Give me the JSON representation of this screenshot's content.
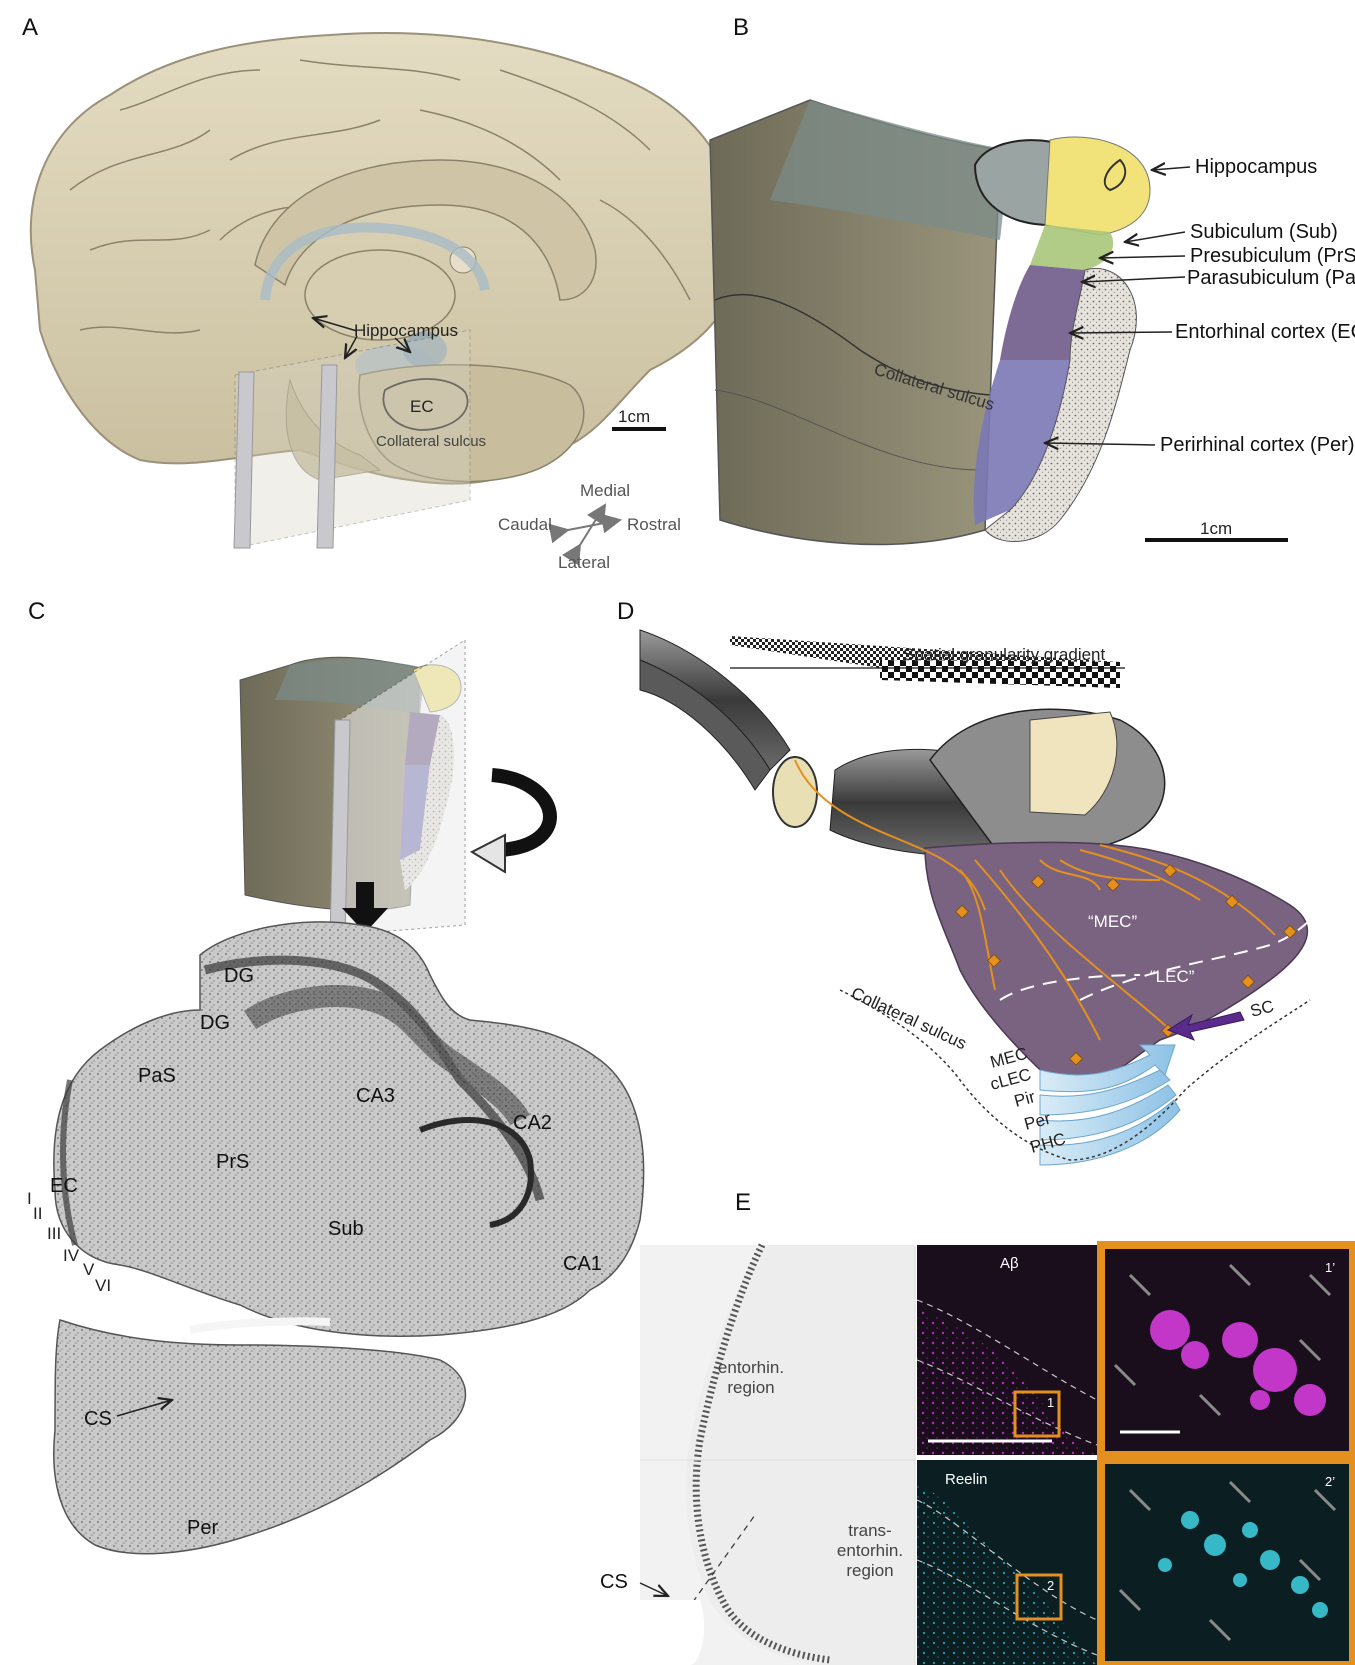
{
  "panels": {
    "a": "A",
    "b": "B",
    "c": "C",
    "d": "D",
    "e": "E"
  },
  "panel_a": {
    "hippocampus": "Hippocampus",
    "ec": "EC",
    "collateral_sulcus": "Collateral sulcus",
    "scale": "1cm",
    "orientation": {
      "medial": "Medial",
      "lateral": "Lateral",
      "caudal": "Caudal",
      "rostral": "Rostral"
    }
  },
  "panel_b": {
    "labels": [
      "Hippocampus",
      "Subiculum (Sub)",
      "Presubiculum (PrS)",
      "Parasubiculum (PaS)",
      "Entorhinal cortex (EC)",
      "Perirhinal cortex (Per)"
    ],
    "collateral_sulcus": "Collateral sulcus",
    "scale": "1cm"
  },
  "panel_c": {
    "regions": [
      "DG",
      "DG",
      "PaS",
      "CA3",
      "CA2",
      "PrS",
      "Sub",
      "CA1",
      "EC",
      "Per"
    ],
    "layers": [
      "I",
      "II",
      "III",
      "IV",
      "V",
      "VI"
    ],
    "cs": "CS"
  },
  "panel_d": {
    "gradient_label": "Spatial granularity gradient",
    "mec": "“MEC”",
    "lec": "“LEC”",
    "collateral_sulcus": "Collateral sulcus",
    "sc": "SC",
    "inputs": [
      "MEC",
      "cLEC",
      "Pir",
      "Per",
      "PHC"
    ]
  },
  "panel_e": {
    "entorhin": "entorhin.\nregion",
    "entorhin_lines": [
      "entorhin.",
      "region"
    ],
    "trans_lines": [
      "trans-",
      "entorhin.",
      "region"
    ],
    "cs": "CS",
    "abeta": "Aβ",
    "reelin": "Reelin",
    "box1": "1",
    "box2": "2",
    "inset1": "1’",
    "inset2": "2’"
  },
  "colors": {
    "brain": "#d9d0b3",
    "hippocampus": "#f2e27a",
    "subiculum": "#a9c77a",
    "entorhinal": "#6f5a8a",
    "perirhinal": "#7a78b5",
    "purple_ec": "#7a6380",
    "orange": "#e3901f",
    "magenta": "#c236c8",
    "cyan": "#37b8c7"
  }
}
